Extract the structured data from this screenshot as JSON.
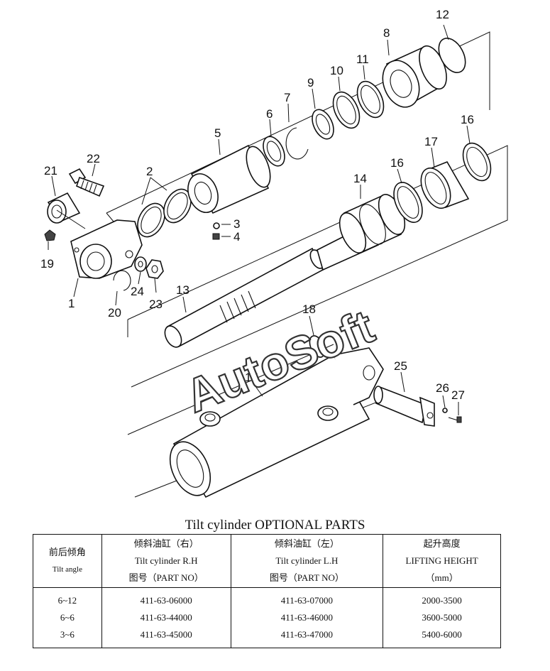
{
  "diagram": {
    "callouts": [
      "1",
      "2",
      "3",
      "4",
      "5",
      "6",
      "7",
      "8",
      "9",
      "10",
      "11",
      "12",
      "13",
      "14",
      "15",
      "16",
      "16",
      "17",
      "18",
      "19",
      "20",
      "21",
      "22",
      "23",
      "24",
      "25",
      "26",
      "27"
    ],
    "watermark": "AutoSoft"
  },
  "table": {
    "title": "Tilt cylinder OPTIONAL PARTS",
    "headers": [
      [
        "前后倾角",
        "Tilt angle"
      ],
      [
        "倾斜油缸（右）",
        "Tilt cylinder R.H",
        "图号（PART NO）"
      ],
      [
        "倾斜油缸（左）",
        "Tilt cylinder L.H",
        "图号（PART NO）"
      ],
      [
        "起升高度",
        "LIFTING HEIGHT",
        "（mm）"
      ]
    ],
    "rows": [
      [
        "6~12",
        "411-63-06000",
        "411-63-07000",
        "2000-3500"
      ],
      [
        "6~6",
        "411-63-44000",
        "411-63-46000",
        "3600-5000"
      ],
      [
        "3~6",
        "411-63-45000",
        "411-63-47000",
        "5400-6000"
      ]
    ]
  }
}
